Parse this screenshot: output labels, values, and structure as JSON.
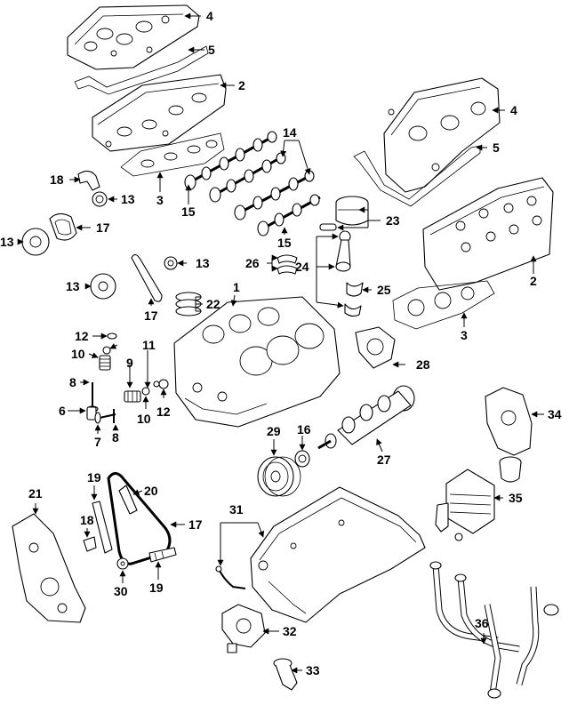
{
  "callouts": {
    "c4a": "4",
    "c5a": "5",
    "c2a": "2",
    "c14": "14",
    "c4b": "4",
    "c5b": "5",
    "c18a": "18",
    "c13a": "13",
    "c3a": "3",
    "c15a": "15",
    "c23": "23",
    "c13b": "13",
    "c17a": "17",
    "c15b": "15",
    "c26": "26",
    "c13c": "13",
    "c24": "24",
    "c2b": "2",
    "c13d": "13",
    "c22": "22",
    "c25": "25",
    "c17b": "17",
    "c1": "1",
    "c3b": "3",
    "c12a": "12",
    "c11": "11",
    "c10a": "10",
    "c9": "9",
    "c28": "28",
    "c8a": "8",
    "c12b": "12",
    "c10b": "10",
    "c6": "6",
    "c8b": "8",
    "c34": "34",
    "c7": "7",
    "c29": "29",
    "c16": "16",
    "c27": "27",
    "c19a": "19",
    "c20": "20",
    "c21": "21",
    "c35": "35",
    "c31": "31",
    "c18b": "18",
    "c17c": "17",
    "c30": "30",
    "c19b": "19",
    "c36": "36",
    "c32": "32",
    "c33": "33"
  }
}
